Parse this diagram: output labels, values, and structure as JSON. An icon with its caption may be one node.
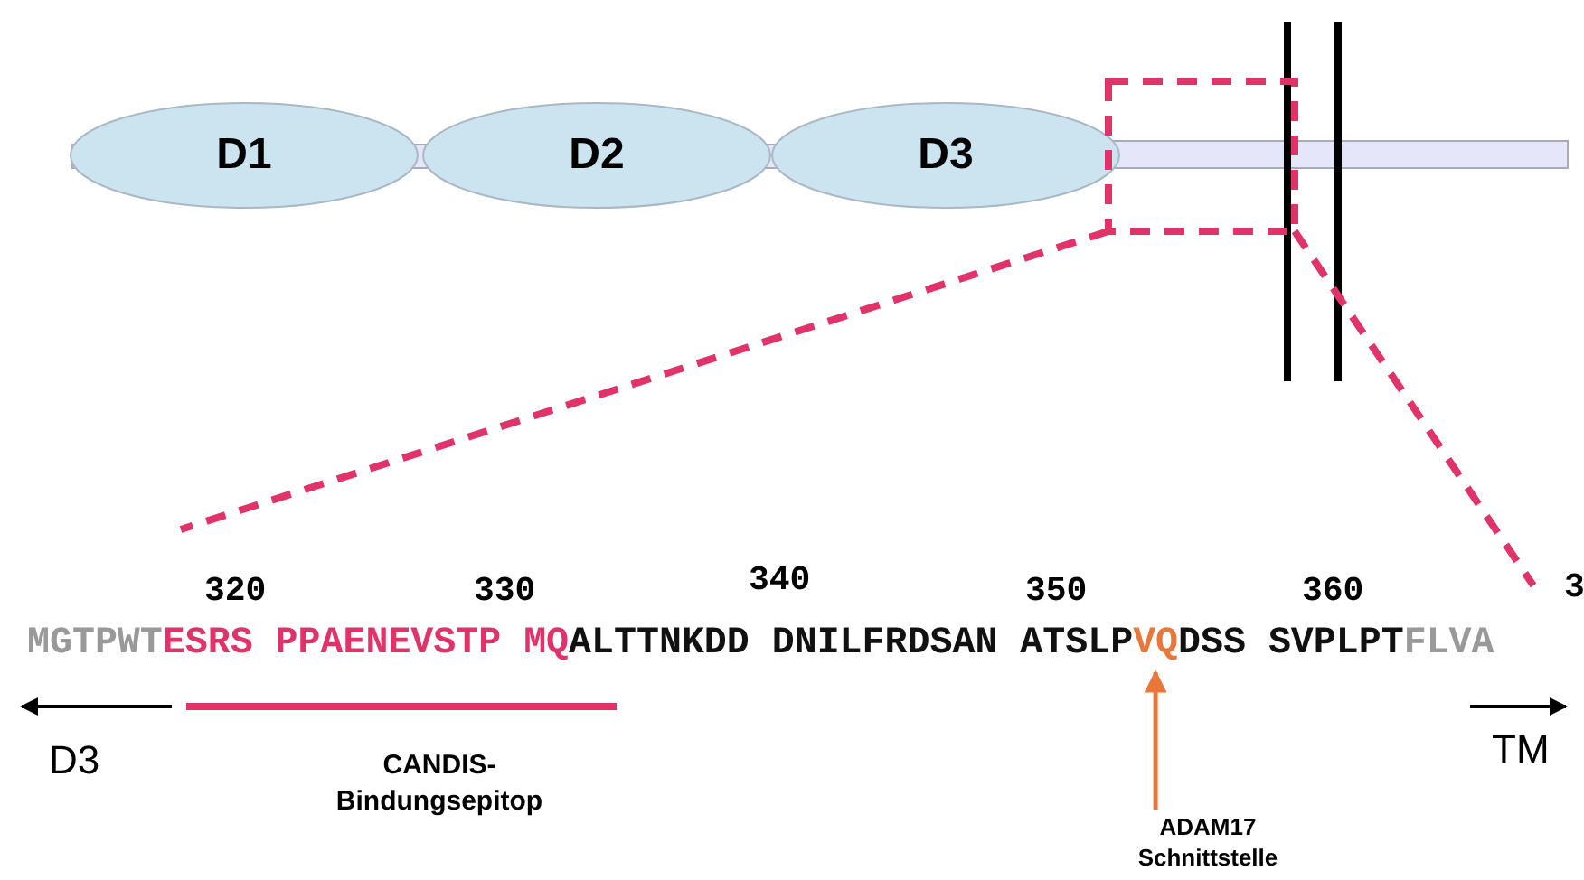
{
  "diagram": {
    "nodes": [
      {
        "text": [
          "D1"
        ]
      },
      {
        "text": [
          "D2"
        ]
      },
      {
        "text": [
          "D3"
        ]
      },
      {
        "text": [],
        "shape": "bar"
      },
      {
        "text": [
          "VQ"
        ]
      },
      {
        "text": [
          "ADAM17 Schnittstelle"
        ]
      }
    ],
    "edges": [
      {
        "from": 5,
        "to": 4,
        "arrow": "to",
        "color": "#e8773a"
      }
    ],
    "labels": [
      "320",
      "330",
      "340",
      "350",
      "360",
      "3",
      "MGTPWT",
      "ESRS PPAENEVSTP MQ",
      "ALTTNKDD DNILFRDSAN ATSLP",
      "DSS SVPLPT",
      "FLVA",
      "D3",
      "CANDIS- Bindungsepitop",
      "TM"
    ]
  }
}
